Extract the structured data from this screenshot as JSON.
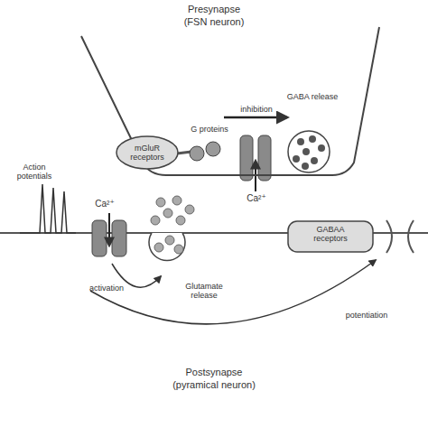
{
  "diagram": {
    "nodes": [
      {
        "text": [
          "Presynapse",
          "(FSN neuron)"
        ]
      },
      {
        "text": [
          "mGluR receptors"
        ],
        "in": 0
      },
      {
        "text": [
          "GABAA receptors"
        ]
      }
    ],
    "labels": [
      "GABA release",
      "G proteins",
      "inhibition",
      "Ca²⁺",
      "Action potentials",
      "Ca²⁺",
      "activation",
      "Glutamate release",
      "potentiation",
      "Postsynapse",
      "(pyramical neuron)"
    ]
  }
}
